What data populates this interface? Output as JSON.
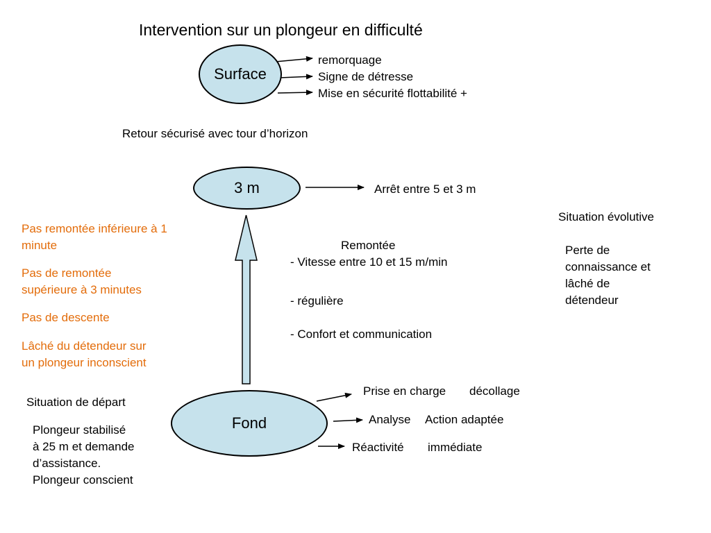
{
  "title": "Intervention sur un plongeur en difficulté",
  "nodes": {
    "surface": "Surface",
    "three_m": "3 m",
    "fond": "Fond"
  },
  "surface_actions": [
    "remorquage",
    "Signe de détresse",
    "Mise en sécurité flottabilité +"
  ],
  "retour": "Retour sécurisé avec tour d’horizon",
  "arret": "Arrêt entre 5 et 3 m",
  "situation_evolutive": {
    "title": "Situation évolutive",
    "lines": [
      "Perte de",
      "connaissance et",
      "lâché de",
      "détendeur"
    ]
  },
  "remontee": {
    "title": "Remontée",
    "items": [
      "- Vitesse entre 10 et 15 m/min",
      "-  régulière",
      "- Confort et communication"
    ]
  },
  "warnings": [
    [
      "Pas remontée inférieure à 1",
      "minute"
    ],
    [
      "Pas de remontée",
      "supérieure à 3 minutes"
    ],
    [
      "Pas de descente"
    ],
    [
      "Lâché du détendeur sur",
      "un plongeur inconscient"
    ]
  ],
  "situation_depart": {
    "title": "Situation de départ",
    "lines": [
      "Plongeur stabilisé",
      "à 25 m et demande",
      "d’assistance.",
      "Plongeur conscient"
    ]
  },
  "fond_actions": [
    {
      "a": "Prise en charge",
      "b": "décollage"
    },
    {
      "a": "Analyse",
      "b": "Action adaptée"
    },
    {
      "a": "Réactivité",
      "b": "immédiate"
    }
  ],
  "colors": {
    "node_fill": "#c6e2ec",
    "arrow_fill": "#c6e2ec",
    "warning_text": "#e36c0a"
  }
}
